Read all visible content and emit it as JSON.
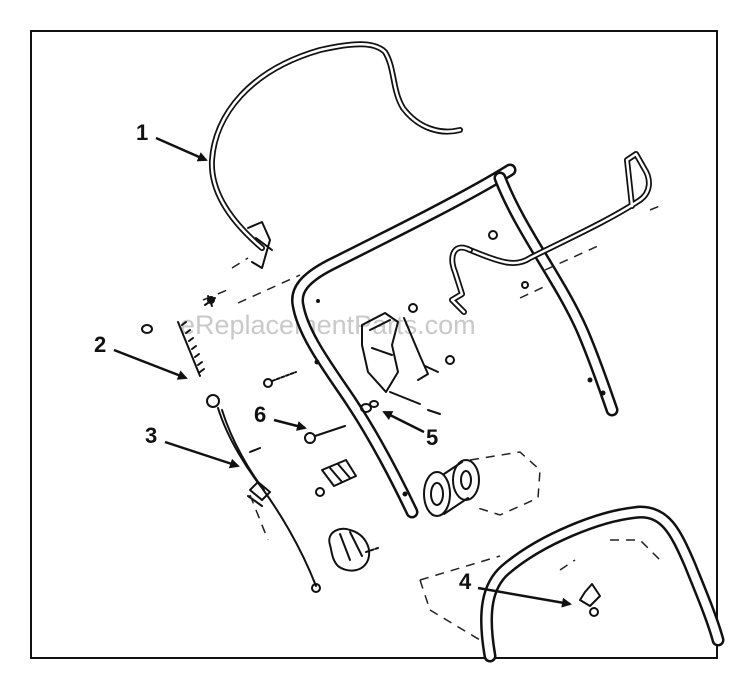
{
  "watermark": "eReplacementParts.com",
  "callouts": [
    {
      "label": "1",
      "part": "bail-control-wire"
    },
    {
      "label": "2",
      "part": "spring"
    },
    {
      "label": "3",
      "part": "control-cable"
    },
    {
      "label": "4",
      "part": "hardware-bolt"
    },
    {
      "label": "5",
      "part": "washer-nut"
    },
    {
      "label": "6",
      "part": "carriage-bolt"
    }
  ]
}
